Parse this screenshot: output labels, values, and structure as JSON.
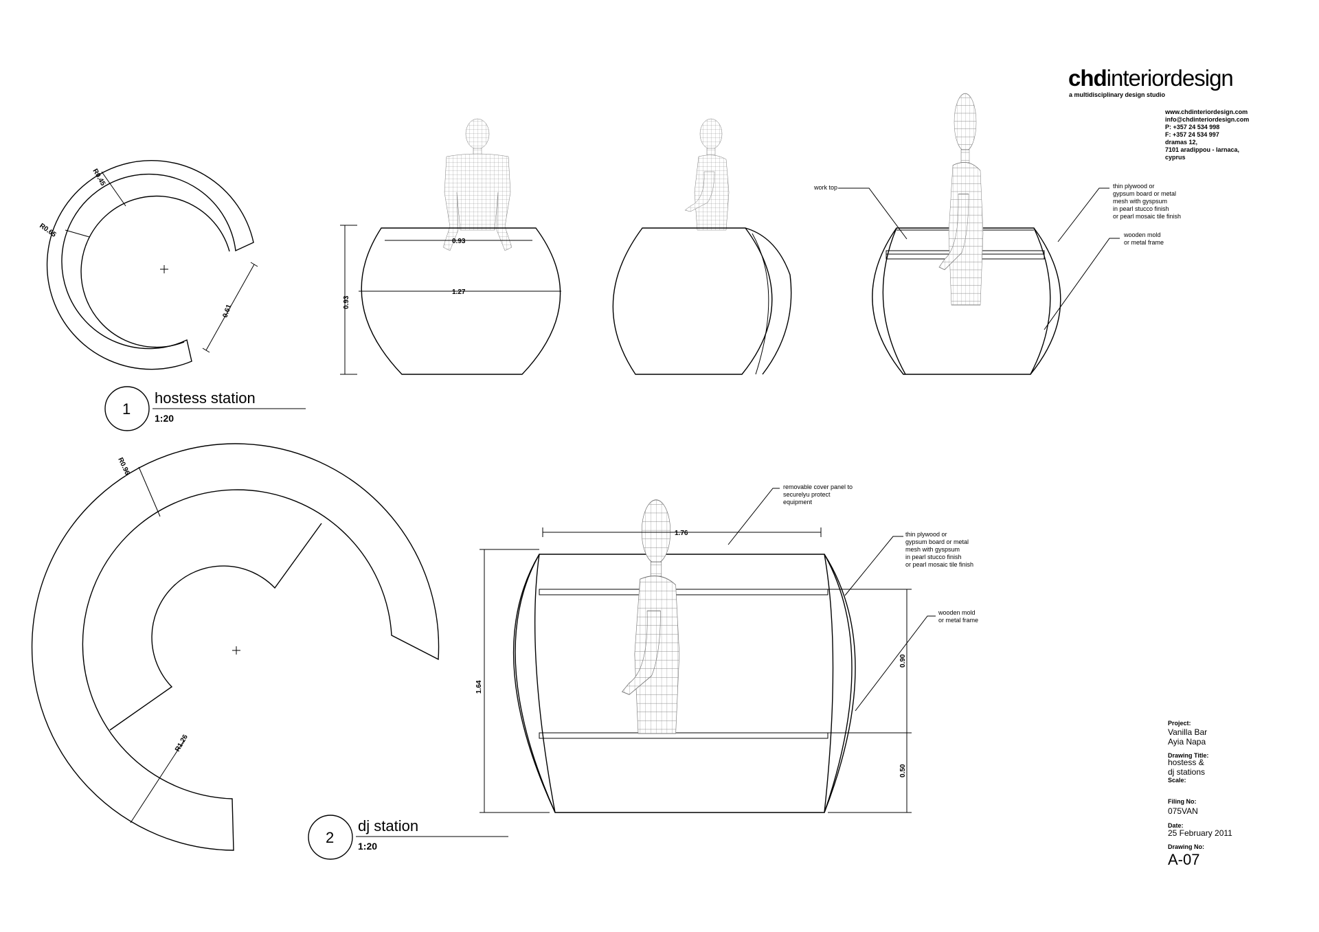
{
  "brand": {
    "logo_bold": "chd",
    "logo_rest": "interiordesign",
    "tagline": "a multidisciplinary design studio",
    "contact": [
      "www.chdinteriordesign.com",
      "info@chdinteriordesign.com",
      "P: +357 24 534 998",
      "F: +357 24 534 997",
      "dramas 12,",
      "7101 aradippou - larnaca,",
      "cyprus"
    ]
  },
  "details": [
    {
      "number": "1",
      "title": "hostess station",
      "scale": "1:20"
    },
    {
      "number": "2",
      "title": "dj station",
      "scale": "1:20"
    }
  ],
  "hostess_plan": {
    "r_outer": "R0.65",
    "r_inner": "R0.45",
    "gap": "0.61"
  },
  "hostess_elevation": {
    "top_width": "0.93",
    "mid_width": "1.27",
    "height": "0.93"
  },
  "hostess_notes": {
    "work_top": "work top",
    "skin": [
      "thin plywood or",
      "gypsum board or metal",
      "mesh with gyspsum",
      "in pearl stucco finish",
      "or pearl mosaic tile finish"
    ],
    "frame": [
      "wooden mold",
      "or metal frame"
    ]
  },
  "dj_plan": {
    "r_inner": "R0.96",
    "r_outer": "R1.26"
  },
  "dj_elevation": {
    "top_width": "1.76",
    "height": "1.64",
    "upper": "0.90",
    "lower": "0.50"
  },
  "dj_notes": {
    "cover": [
      "removable cover panel to",
      "securelyu protect",
      "equipment"
    ],
    "skin": [
      "thin plywood or",
      "gypsum board or metal",
      "mesh with gyspsum",
      "in pearl stucco finish",
      "or pearl mosaic tile finish"
    ],
    "frame": [
      "wooden mold",
      "or metal frame"
    ]
  },
  "title_block": {
    "project_label": "Project:",
    "project_line1": "Vanilla Bar",
    "project_line2": "Ayia Napa",
    "drawing_title_label": "Drawing Title:",
    "drawing_title_line1": "hostess &",
    "drawing_title_line2": "dj stations",
    "scale_label": "Scale:",
    "filing_label": "Filing No:",
    "filing_value": "075VAN",
    "date_label": "Date:",
    "date_value": "25 February 2011",
    "drawing_no_label": "Drawing No:",
    "drawing_no_value": "A-07"
  }
}
